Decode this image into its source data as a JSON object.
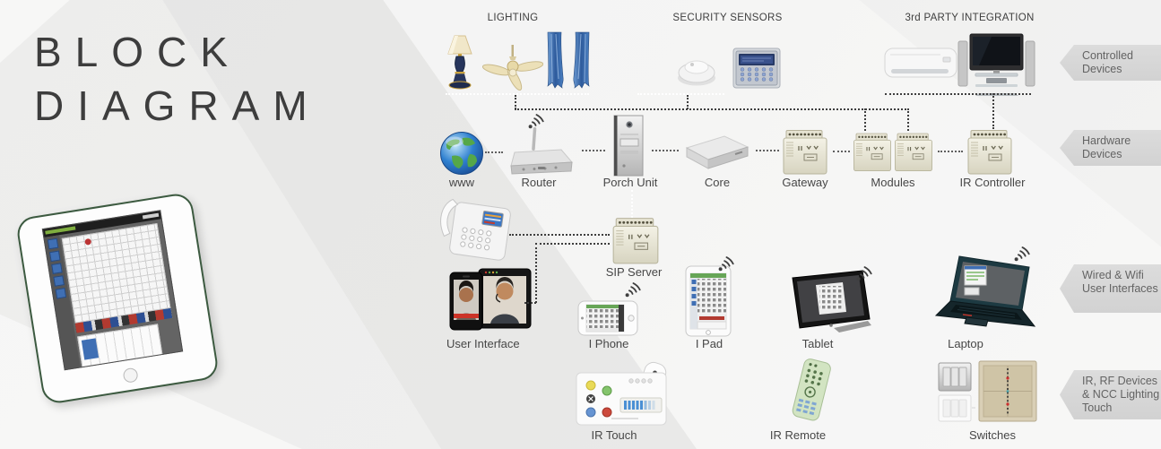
{
  "title": {
    "line1": "BLOCK",
    "line2": "DIAGRAM"
  },
  "sections": {
    "lighting": "LIGHTING",
    "security_sensors": "SECURITY SENSORS",
    "third_party": "3rd PARTY INTEGRATION"
  },
  "side_tags": {
    "controlled_devices": "Controlled Devices",
    "hardware_devices": "Hardware Devices",
    "user_interfaces": "Wired & Wifi User Interfaces",
    "ir_rf_devices": "IR, RF Devices & NCC Lighting Touch"
  },
  "nodes": {
    "www": "www",
    "router": "Router",
    "porch_unit": "Porch Unit",
    "core": "Core",
    "gateway": "Gateway",
    "modules": "Modules",
    "ir_controller": "IR Controller",
    "sip_server": "SIP Server",
    "user_interface": "User Interface",
    "iphone": "I Phone",
    "ipad": "I Pad",
    "tablet": "Tablet",
    "laptop": "Laptop",
    "ir_touch": "IR Touch",
    "ir_remote": "IR Remote",
    "switches": "Switches"
  },
  "colors": {
    "background": "#efefee",
    "tag_gray": "#d6d6d6",
    "line_dark": "#3e3e3e",
    "line_white": "#ffffff",
    "module_beige": "#eae7d6",
    "accent_blue": "#3f6fb4",
    "curtain_blue": "#3a6aa8",
    "remote_green": "#d2e4c2",
    "tablet_border_green": "#3c5a40"
  }
}
